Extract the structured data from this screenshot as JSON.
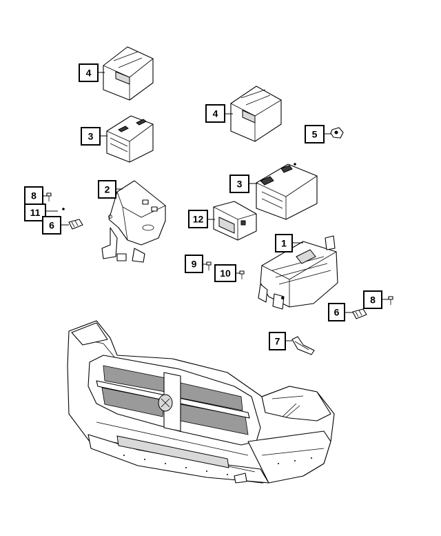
{
  "callouts": [
    {
      "id": "c4a",
      "label": "4"
    },
    {
      "id": "c3a",
      "label": "3"
    },
    {
      "id": "c4b",
      "label": "4"
    },
    {
      "id": "c5",
      "label": "5"
    },
    {
      "id": "c3b",
      "label": "3"
    },
    {
      "id": "c8a",
      "label": "8"
    },
    {
      "id": "c2",
      "label": "2"
    },
    {
      "id": "c11",
      "label": "11"
    },
    {
      "id": "c6a",
      "label": "6"
    },
    {
      "id": "c12",
      "label": "12"
    },
    {
      "id": "c1",
      "label": "1"
    },
    {
      "id": "c9",
      "label": "9"
    },
    {
      "id": "c10",
      "label": "10"
    },
    {
      "id": "c8b",
      "label": "8"
    },
    {
      "id": "c6b",
      "label": "6"
    },
    {
      "id": "c7",
      "label": "7"
    }
  ]
}
